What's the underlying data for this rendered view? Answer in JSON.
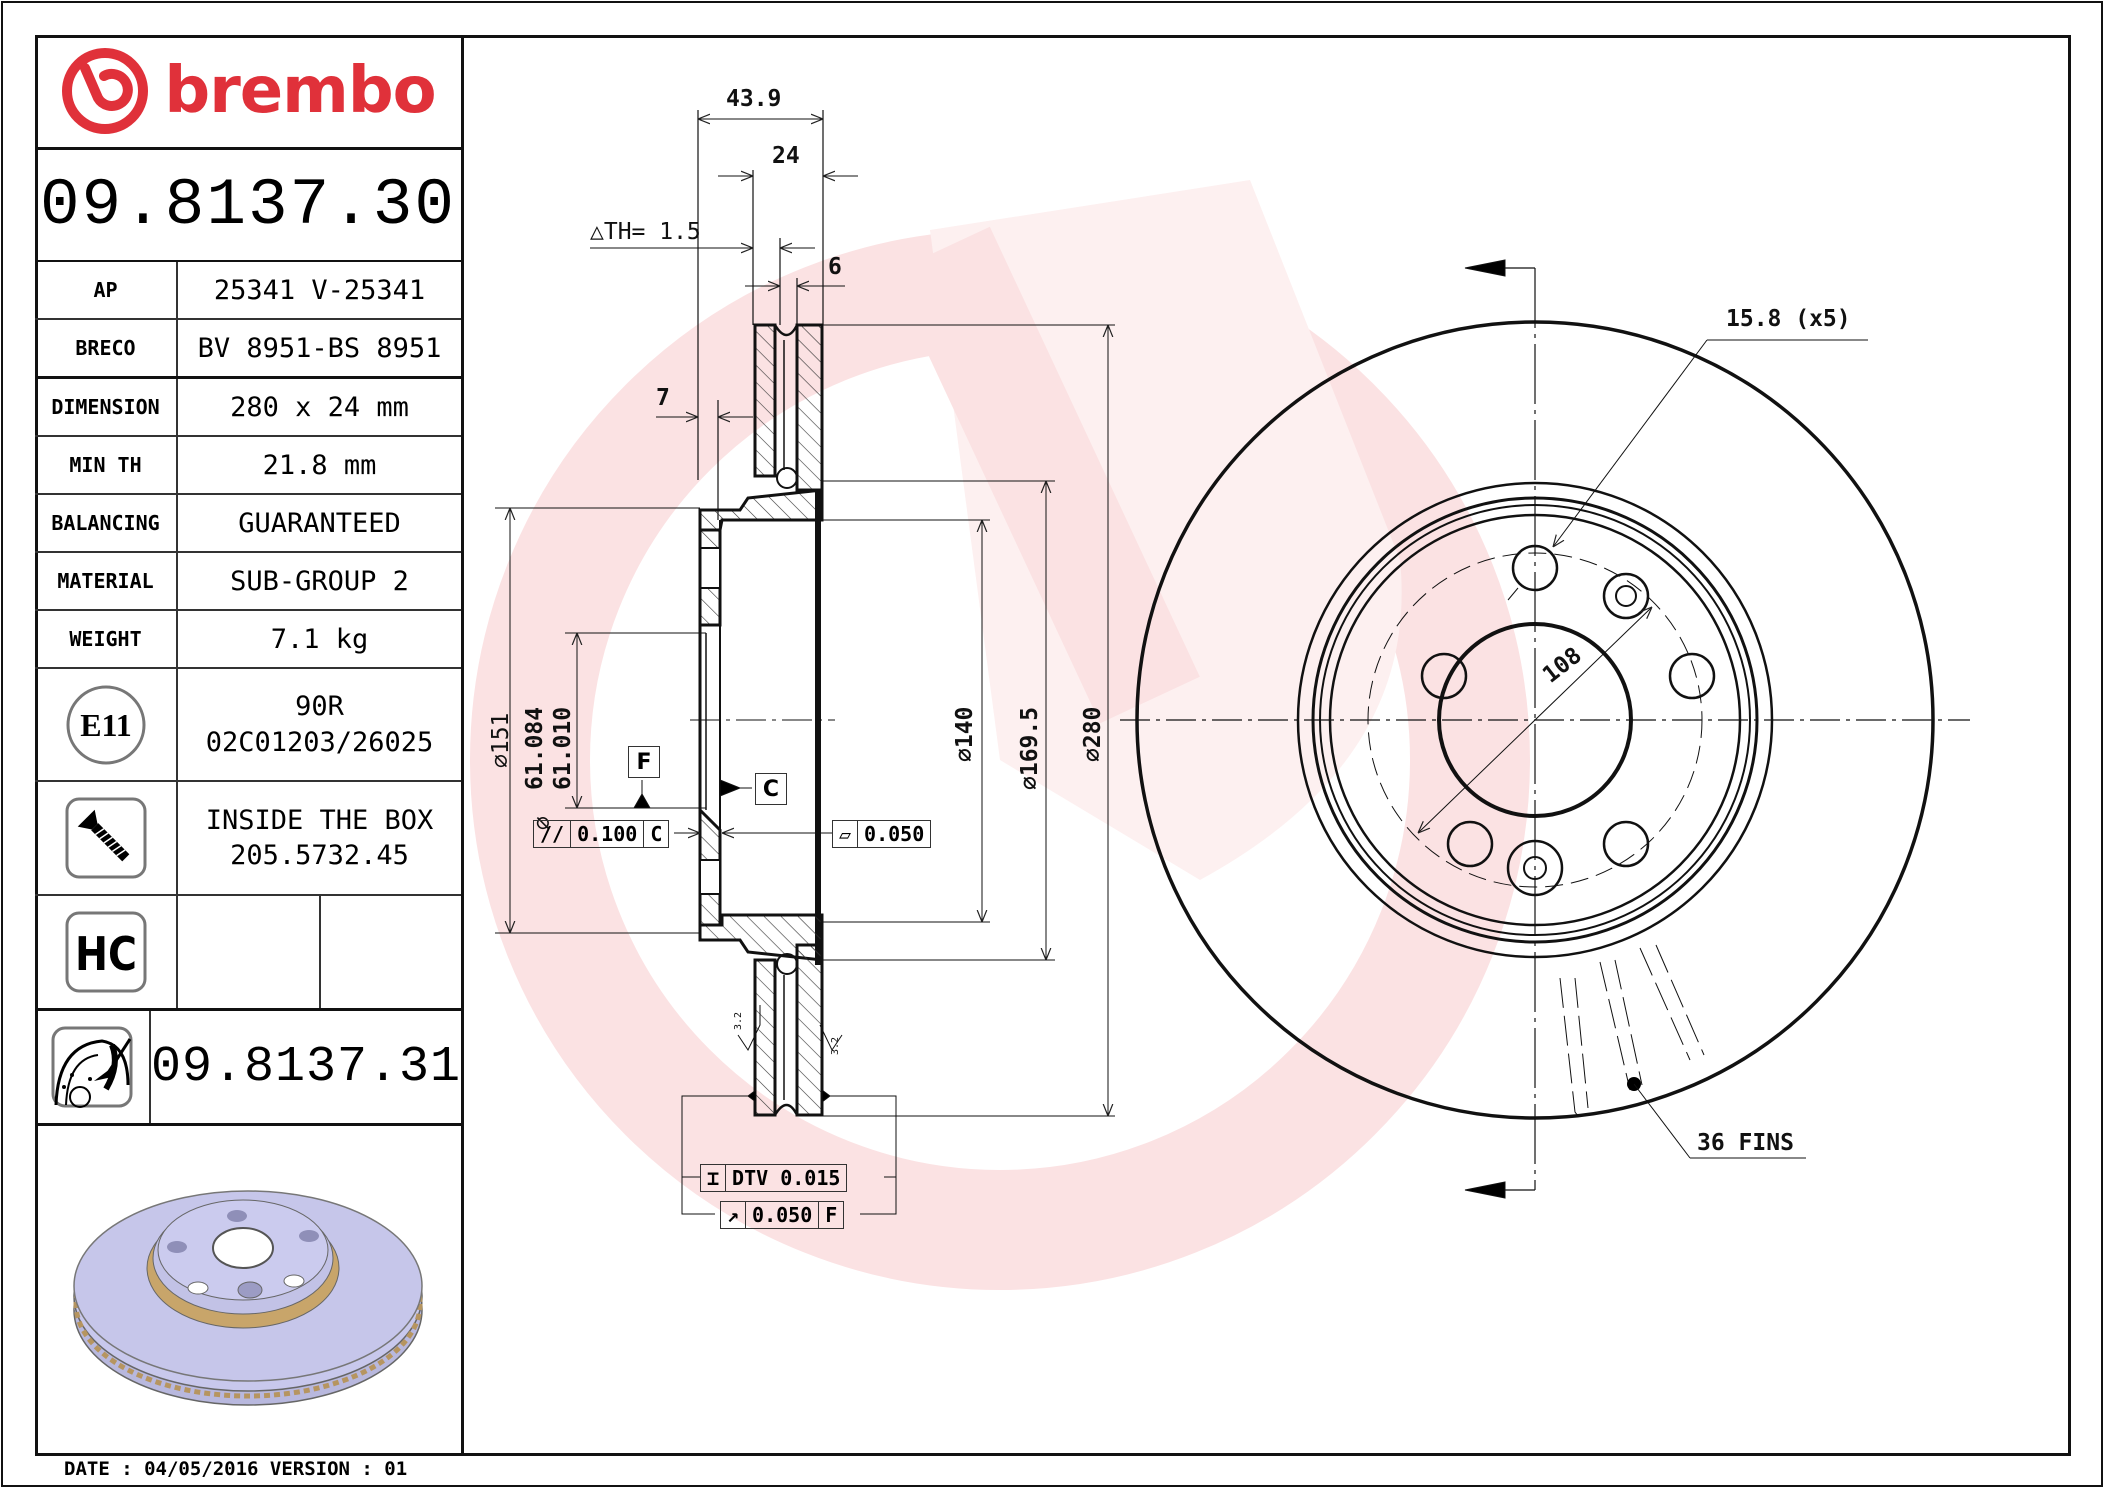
{
  "brand": {
    "name": "brembo",
    "color": "#e0313a"
  },
  "part_number": "09.8137.30",
  "specs": [
    {
      "label": "AP",
      "value": "25341 V-25341"
    },
    {
      "label": "BRECO",
      "value": "BV 8951-BS 8951"
    },
    {
      "label": "DIMENSION",
      "value": "280 x 24 mm"
    },
    {
      "label": "MIN TH",
      "value": "21.8 mm"
    },
    {
      "label": "BALANCING",
      "value": "GUARANTEED"
    },
    {
      "label": "MATERIAL",
      "value": "SUB-GROUP 2"
    },
    {
      "label": "WEIGHT",
      "value": "7.1 kg"
    }
  ],
  "approval": {
    "icon": "E11",
    "line1": "90R",
    "line2": "02C01203/26025"
  },
  "screw": {
    "icon": "screw-icon",
    "line1": "INSIDE THE BOX",
    "line2": "205.5732.45"
  },
  "hc": {
    "icon": "HC"
  },
  "kit": {
    "icon": "disc-with-coating-icon",
    "part_number": "09.8137.31"
  },
  "footer": {
    "text": "DATE : 04/05/2016 VERSION : 01",
    "date": "04/05/2016",
    "version": "01"
  },
  "section_view": {
    "dims": {
      "overall_height": "43.9",
      "thickness": "24",
      "delta_th": "△TH= 1.5",
      "vane_gap": "6",
      "hat_wall": "7",
      "dia_151": "⌀151",
      "dia_bore_max": "61.084",
      "dia_bore_min": "61.010",
      "dia_bore_sym": "⌀",
      "dia_140": "⌀140",
      "dia_169_5": "⌀169.5",
      "dia_280": "⌀280",
      "roughness_left": "3.2",
      "roughness_right": "3.2"
    },
    "datum_f": "F",
    "datum_c": "C",
    "tol_parallelism": {
      "symbol": "//",
      "value": "0.100",
      "datum": "C"
    },
    "tol_flatness": {
      "symbol": "▱",
      "value": "0.050"
    },
    "tol_dtv": {
      "symbol": "⌶",
      "value": "DTV 0.015"
    },
    "tol_runout": {
      "symbol": "↗",
      "value": "0.050",
      "datum": "F"
    }
  },
  "front_view": {
    "bolt_holes": "15.8 (x5)",
    "pcd": "108",
    "fins": "36 FINS"
  }
}
